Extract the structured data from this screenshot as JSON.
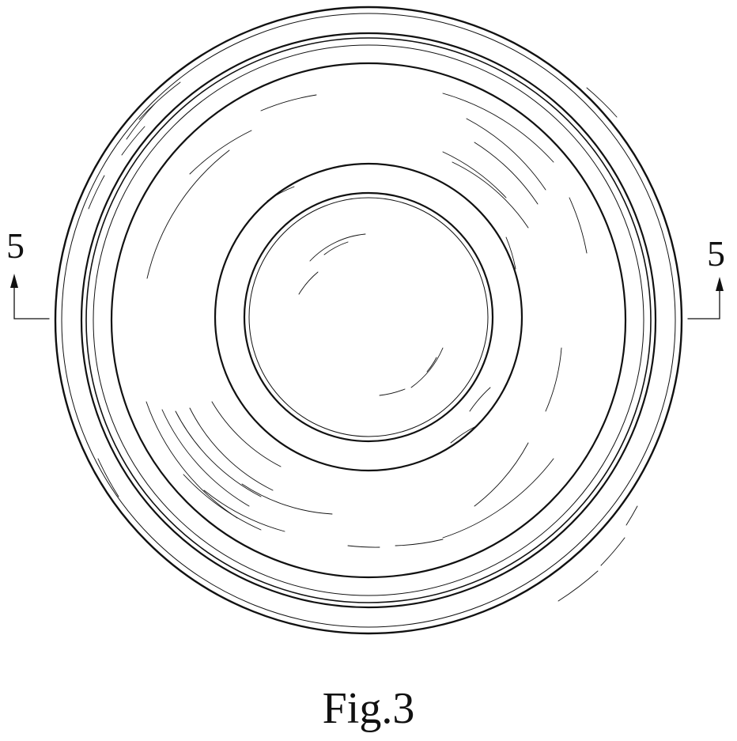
{
  "section_marks": {
    "left_label": "5",
    "right_label": "5"
  },
  "caption": "Fig.3"
}
